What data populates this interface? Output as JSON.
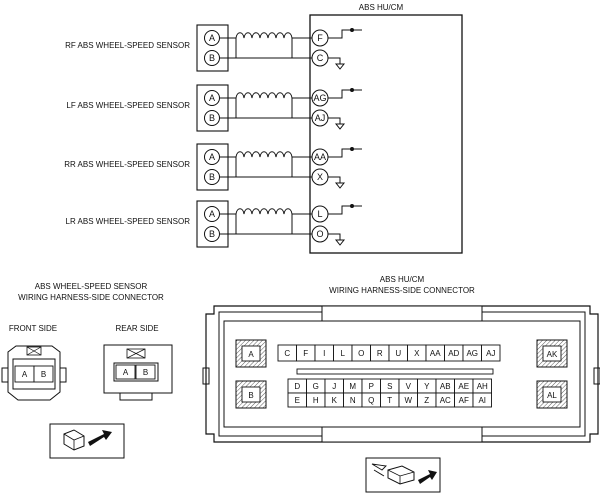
{
  "module": {
    "title": "ABS HU/CM"
  },
  "sensors": [
    {
      "name": "RF ABS WHEEL-SPEED SENSOR",
      "pins": [
        "A",
        "B"
      ],
      "module_pins": [
        "F",
        "C"
      ]
    },
    {
      "name": "LF ABS WHEEL-SPEED SENSOR",
      "pins": [
        "A",
        "B"
      ],
      "module_pins": [
        "AG",
        "AJ"
      ]
    },
    {
      "name": "RR ABS WHEEL-SPEED SENSOR",
      "pins": [
        "A",
        "B"
      ],
      "module_pins": [
        "AA",
        "X"
      ]
    },
    {
      "name": "LR ABS WHEEL-SPEED SENSOR",
      "pins": [
        "A",
        "B"
      ],
      "module_pins": [
        "L",
        "O"
      ]
    }
  ],
  "sensor_connector": {
    "title_line1": "ABS WHEEL-SPEED SENSOR",
    "title_line2": "WIRING HARNESS-SIDE CONNECTOR",
    "front_label": "FRONT SIDE",
    "rear_label": "REAR SIDE",
    "pins": [
      "A",
      "B"
    ]
  },
  "module_connector": {
    "title_line1": "ABS HU/CM",
    "title_line2": "WIRING HARNESS-SIDE CONNECTOR",
    "left_pins": [
      "A",
      "B"
    ],
    "right_pins": [
      "AK",
      "AL"
    ],
    "row1": [
      "C",
      "F",
      "I",
      "L",
      "O",
      "R",
      "U",
      "X",
      "AA",
      "AD",
      "AG",
      "AJ"
    ],
    "row2": [
      "D",
      "G",
      "J",
      "M",
      "P",
      "S",
      "V",
      "Y",
      "AB",
      "AE",
      "AH"
    ],
    "row3": [
      "E",
      "H",
      "K",
      "N",
      "Q",
      "T",
      "W",
      "Z",
      "AC",
      "AF",
      "AI"
    ]
  }
}
